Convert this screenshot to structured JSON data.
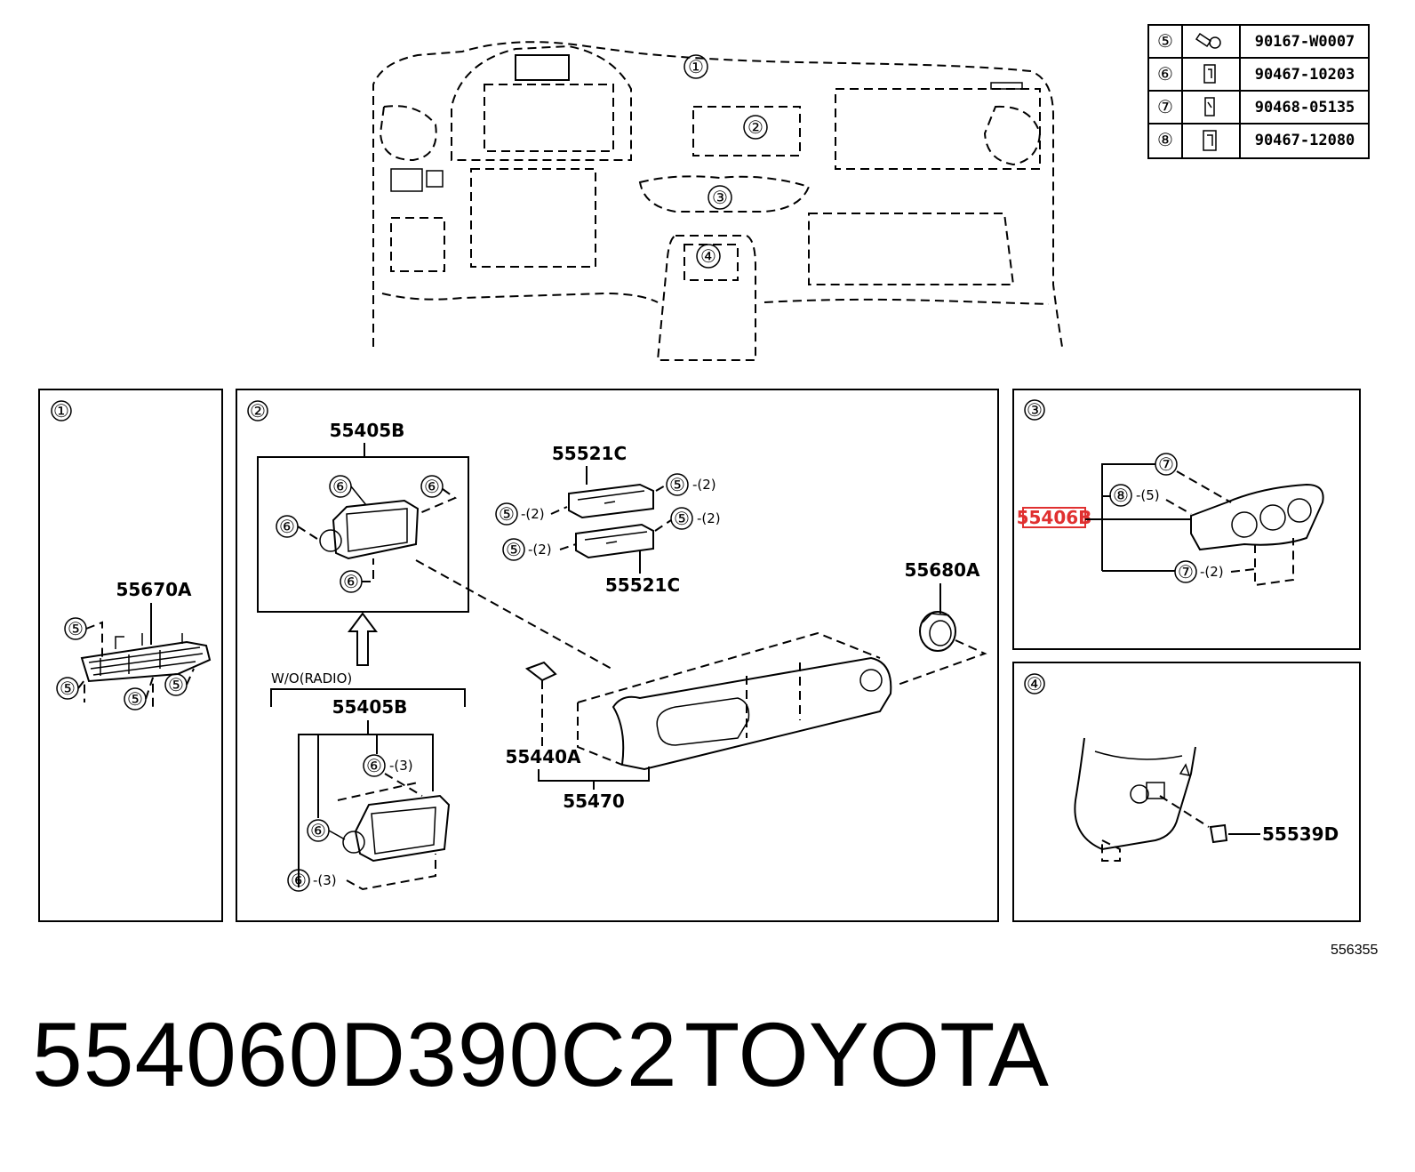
{
  "legend_table": [
    {
      "ref": "⑤",
      "part": "90167-W0007"
    },
    {
      "ref": "⑥",
      "part": "90467-10203"
    },
    {
      "ref": "⑦",
      "part": "90468-05135"
    },
    {
      "ref": "⑧",
      "part": "90467-12080"
    }
  ],
  "overview_callouts": [
    "①",
    "②",
    "③",
    "④"
  ],
  "panel1": {
    "number": "①",
    "part": "55670A",
    "clip": "⑤"
  },
  "panel2": {
    "number": "②",
    "upper_box_part": "55405B",
    "clip6": "⑥",
    "clip5": "⑤",
    "qty2": "-(2)",
    "qty3": "-(3)",
    "part_55521c_top": "55521C",
    "part_55521c_bottom": "55521C",
    "part_55680a": "55680A",
    "part_55440a": "55440A",
    "part_55470": "55470",
    "variant_label": "W/O(RADIO)",
    "lower_box_part": "55405B"
  },
  "panel3": {
    "number": "③",
    "part": "55406B",
    "clip7": "⑦",
    "clip8": "⑧",
    "qty5": "-(5)",
    "qty2": "-(2)"
  },
  "panel4": {
    "number": "④",
    "part": "55539D"
  },
  "diagram_id": "556355",
  "footer": {
    "part_number": "554060D390C2",
    "brand": "TOYOTA"
  },
  "colors": {
    "highlight": "#e03030",
    "line": "#000000",
    "background": "#ffffff"
  }
}
